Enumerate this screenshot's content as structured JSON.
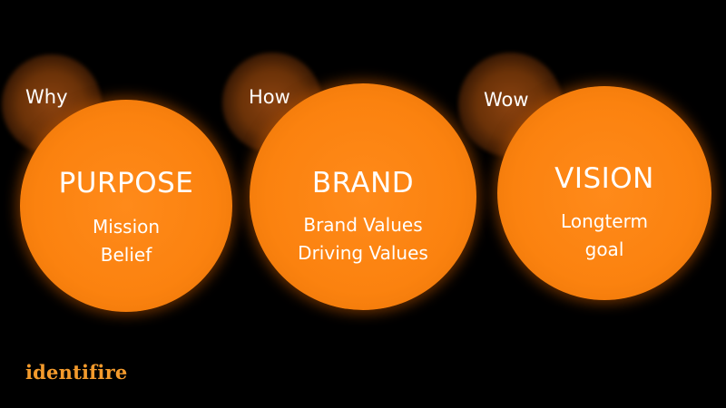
{
  "slide": {
    "background_color": "#000000",
    "accent_color": "#fb820f",
    "halo_color": "#6b3208"
  },
  "columns": [
    {
      "tag": "Why",
      "title": "PURPOSE",
      "lines": [
        "Mission",
        "Belief"
      ]
    },
    {
      "tag": "How",
      "title": "BRAND",
      "lines": [
        "Brand Values",
        "Driving Values"
      ]
    },
    {
      "tag": "Wow",
      "title": "VISION",
      "lines": [
        "Longterm",
        "goal"
      ]
    }
  ],
  "footer": {
    "logo_text": "identifire",
    "logo_color": "#f39a2c"
  }
}
